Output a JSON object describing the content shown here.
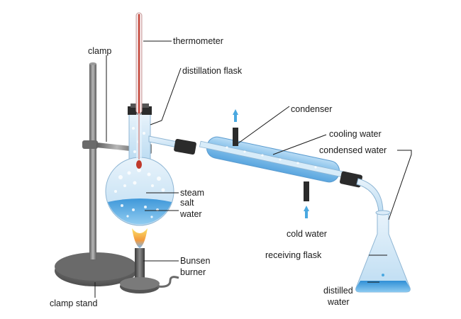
{
  "labels": {
    "thermometer": "thermometer",
    "clamp": "clamp",
    "distillation_flask": "distillation flask",
    "condenser": "condenser",
    "cooling_water": "cooling water",
    "condensed_water": "condensed water",
    "steam": "steam",
    "salt_water_1": "salt",
    "salt_water_2": "water",
    "cold_water": "cold water",
    "receiving_flask": "receiving flask",
    "bunsen_1": "Bunsen",
    "bunsen_2": "burner",
    "clamp_stand": "clamp stand",
    "distilled_1": "distilled",
    "distilled_2": "water"
  },
  "colors": {
    "water": "#4aa8e0",
    "glass": "#cfe6f5",
    "condenser": "#8cc4ec",
    "metal": "#7a7a7a",
    "flame": "#f39a3c",
    "mercury": "#c0392b"
  }
}
